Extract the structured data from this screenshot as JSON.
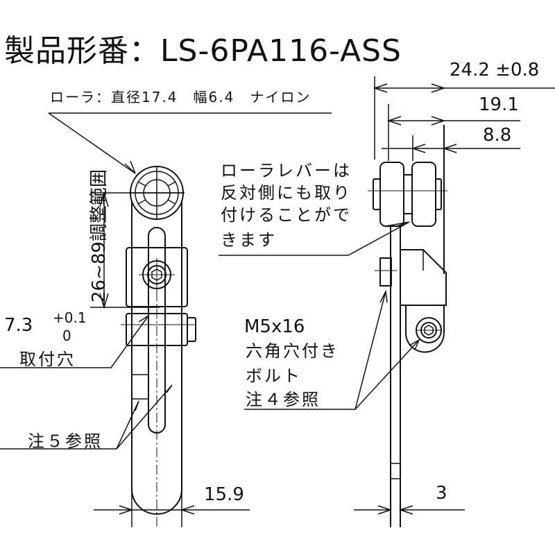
{
  "title": "製品形番：LS-6PA116-ASS",
  "roller_note": "ローラ：直径17.4　幅6.4　ナイロン",
  "adjust_range": "26~89調整範囲",
  "mount_hole": {
    "value": "7.3",
    "tol_upper": "+0.1",
    "tol_lower": "0",
    "label": "取付穴"
  },
  "note5": "注５参照",
  "dim_width_front": "15.9",
  "dim_top": {
    "total": "24.2 ±0.8",
    "mid": "19.1",
    "small": "8.8"
  },
  "lever_note": [
    "ローラレバーは",
    "反対側にも取り",
    "付けることがで",
    "きます"
  ],
  "bolt_note": [
    "M5x16",
    "六角穴付き",
    "ボルト",
    "注４参照"
  ],
  "dim_thickness": "3",
  "colors": {
    "line": "#111111",
    "background": "#ffffff"
  }
}
